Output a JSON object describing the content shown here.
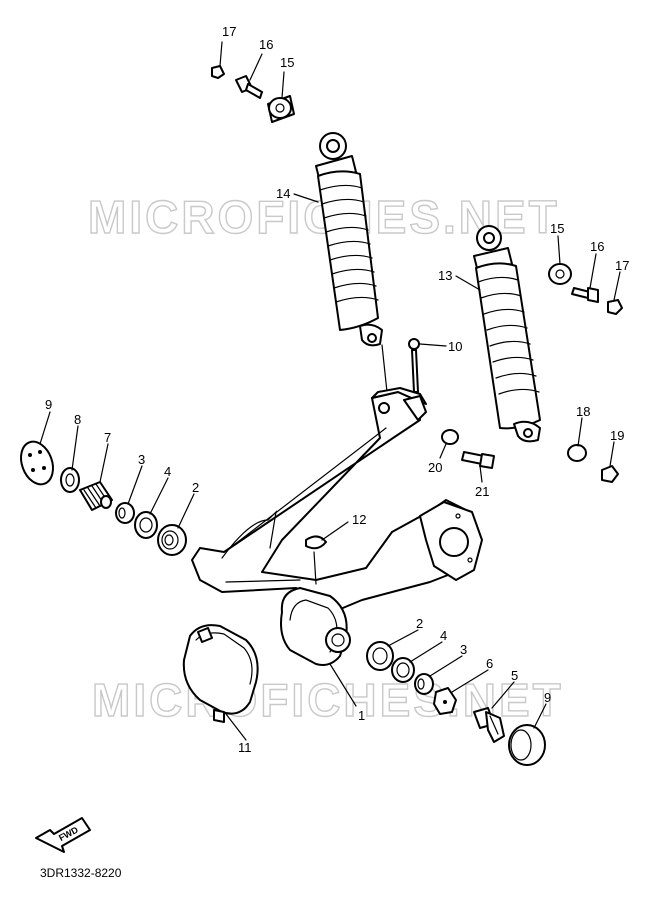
{
  "watermark": "MICROFICHES.NET",
  "drawing_code": "3DR1332-8220",
  "fwd_label": "FWD",
  "callouts": {
    "c1": "1",
    "c2a": "2",
    "c2b": "2",
    "c3a": "3",
    "c3b": "3",
    "c4a": "4",
    "c4b": "4",
    "c5": "5",
    "c6": "6",
    "c7": "7",
    "c8": "8",
    "c9a": "9",
    "c9b": "9",
    "c10": "10",
    "c11": "11",
    "c12": "12",
    "c13": "13",
    "c14": "14",
    "c15a": "15",
    "c15b": "15",
    "c16a": "16",
    "c16b": "16",
    "c17a": "17",
    "c17b": "17",
    "c18": "18",
    "c19": "19",
    "c20": "20",
    "c21": "21"
  }
}
